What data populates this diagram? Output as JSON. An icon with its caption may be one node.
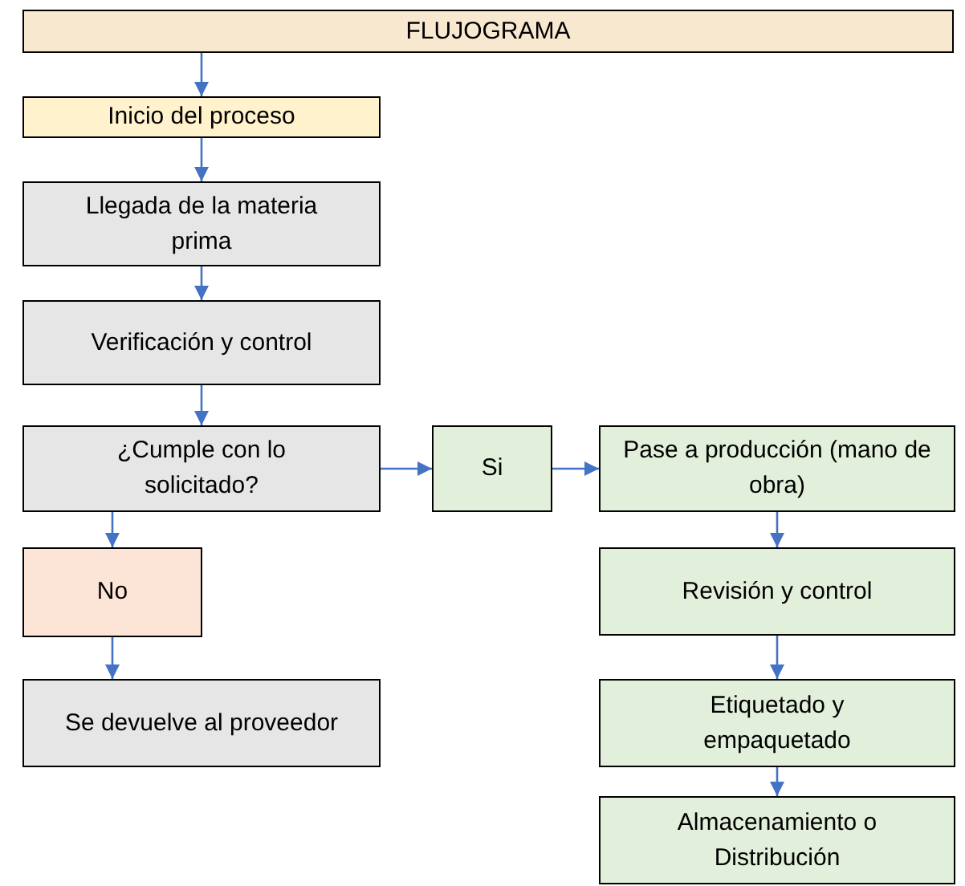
{
  "diagram": {
    "nodes": [
      {
        "text": [
          "FLUJOGRAMA"
        ]
      },
      {
        "text": [
          "Inicio del proceso"
        ]
      },
      {
        "text": [
          "Llegada de la materia prima"
        ]
      },
      {
        "text": [
          "Verificación y control"
        ]
      },
      {
        "text": [
          "¿Cumple con lo solicitado?"
        ]
      },
      {
        "text": [
          "Si"
        ]
      },
      {
        "text": [
          "Pase a producción (mano de obra)"
        ]
      },
      {
        "text": [
          "No"
        ]
      },
      {
        "text": [
          "Se devuelve al proveedor"
        ]
      },
      {
        "text": [
          "Revisión y control"
        ]
      },
      {
        "text": [
          "Etiquetado y empaquetado"
        ]
      },
      {
        "text": [
          "Almacenamiento o Distribución"
        ]
      }
    ],
    "edges": [
      {
        "from": 0,
        "to": 1,
        "arrow": "to"
      },
      {
        "from": 1,
        "to": 2,
        "arrow": "to"
      },
      {
        "from": 2,
        "to": 3,
        "arrow": "to"
      },
      {
        "from": 3,
        "to": 4,
        "arrow": "to"
      },
      {
        "from": 4,
        "to": 5,
        "arrow": "to"
      },
      {
        "from": 5,
        "to": 6,
        "arrow": "to"
      },
      {
        "from": 4,
        "to": 7,
        "arrow": "to"
      },
      {
        "from": 7,
        "to": 8,
        "arrow": "to"
      },
      {
        "from": 6,
        "to": 9,
        "arrow": "to"
      },
      {
        "from": 9,
        "to": 10,
        "arrow": "to"
      },
      {
        "from": 10,
        "to": 11,
        "arrow": "to"
      }
    ]
  }
}
